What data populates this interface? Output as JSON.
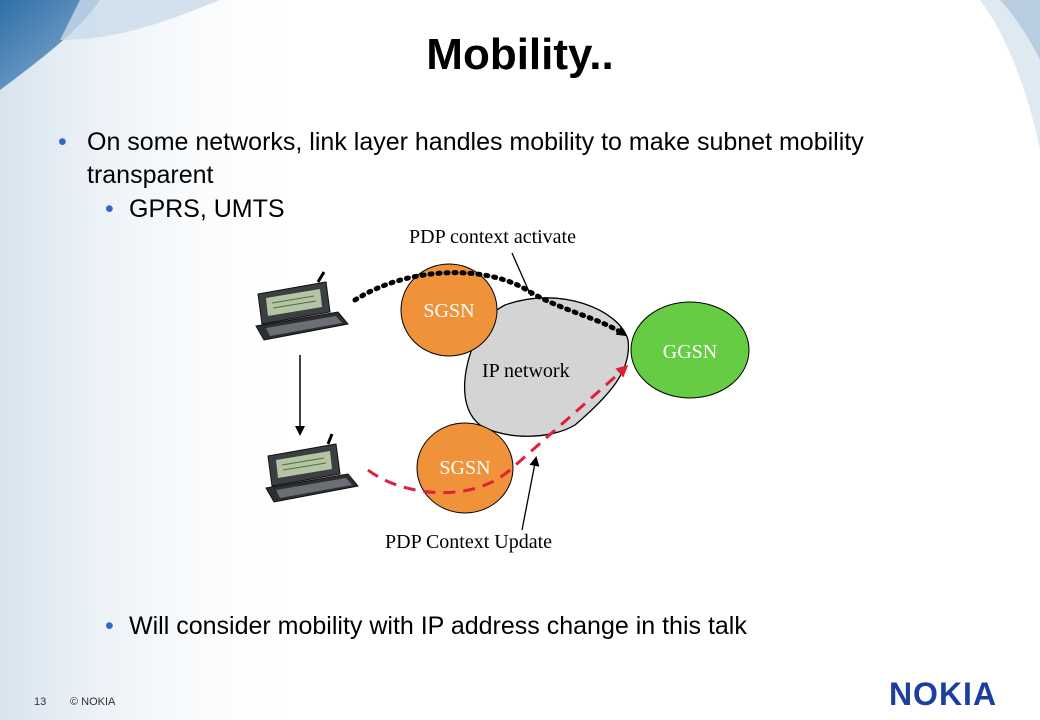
{
  "slide": {
    "title": "Mobility..",
    "bullets": [
      "On some networks,  link layer handles mobility to make subnet mobility transparent",
      "GPRS, UMTS",
      "Will consider mobility with IP address change in this talk"
    ],
    "bullet_glyph": "•"
  },
  "diagram": {
    "sgsn_top": "SGSN",
    "sgsn_bottom": "SGSN",
    "ggsn": "GGSN",
    "ip_network": "IP network",
    "activate_label": "PDP context activate",
    "update_label": "PDP Context Update"
  },
  "footer": {
    "page_number": "13",
    "copyright": "© NOKIA",
    "logo_text": "NOKIA"
  },
  "colors": {
    "node_fill": "#f0923a",
    "ggsn_fill": "#66cc44",
    "cloud_fill": "#d4d4d4",
    "dotted_path": "#000000",
    "dashed_path": "#e0203a",
    "logo_blue": "#1a3f9c",
    "bullet_blue": "#3366cc"
  },
  "icons": {
    "top_phone": "communicator-phone-icon",
    "bottom_phone": "communicator-phone-icon",
    "move_arrow": "down-arrow-icon"
  }
}
